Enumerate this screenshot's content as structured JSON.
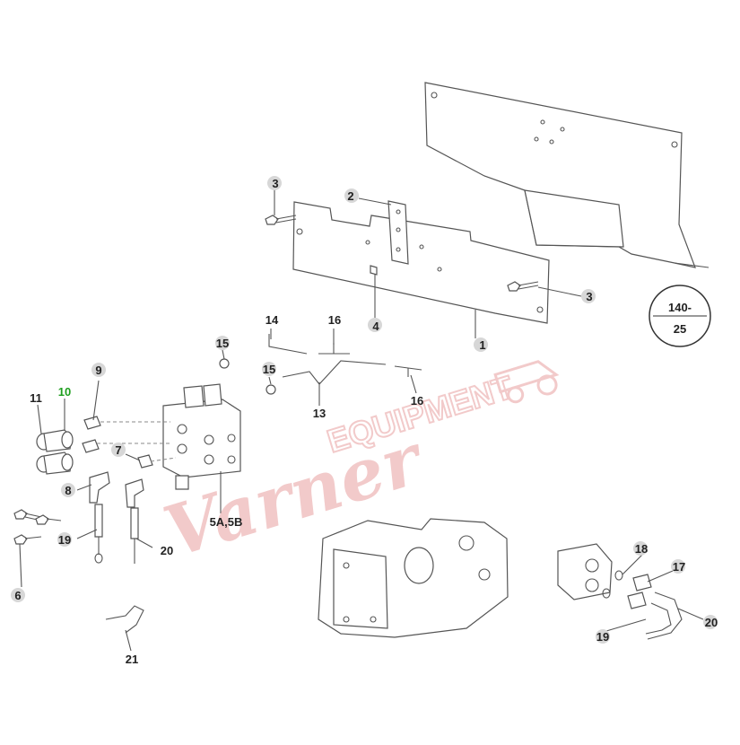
{
  "colors": {
    "callout_dot": "#d7d7d7",
    "highlight_label": "#1e9e1e",
    "watermark": "#e8a0a0",
    "line": "#555555"
  },
  "watermark": {
    "brand_script": "Varner",
    "brand_block": "EQUIPMENT"
  },
  "reference_circle": {
    "top": "140-",
    "bottom": "25"
  },
  "callouts": {
    "c1": "1",
    "c2": "2",
    "c3a": "3",
    "c3b": "3",
    "c4": "4",
    "c5": "5A,5B",
    "c6": "6",
    "c7": "7",
    "c8": "8",
    "c9": "9",
    "c10": "10",
    "c11": "11",
    "c13": "13",
    "c14": "14",
    "c15a": "15",
    "c15b": "15",
    "c16a": "16",
    "c16b": "16",
    "c17": "17",
    "c18": "18",
    "c19a": "19",
    "c19b": "19",
    "c20a": "20",
    "c20b": "20",
    "c21": "21"
  }
}
